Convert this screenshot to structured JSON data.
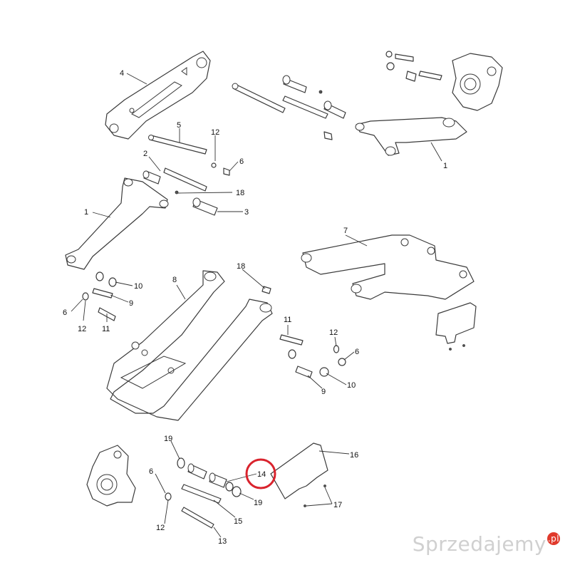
{
  "callouts": {
    "c4": "4",
    "c5": "5",
    "c12a": "12",
    "c6a": "6",
    "c2": "2",
    "c18a": "18",
    "c3": "3",
    "c1a": "1",
    "c1b": "1",
    "c7": "7",
    "c10a": "10",
    "c9a": "9",
    "c6b": "6",
    "c12b": "12",
    "c11a": "11",
    "c8": "8",
    "c18b": "18",
    "c11b": "11",
    "c12c": "12",
    "c6c": "6",
    "c9b": "9",
    "c10b": "10",
    "c19a": "19",
    "c16": "16",
    "c14": "14",
    "c6d": "6",
    "c19b": "19",
    "c17": "17",
    "c15": "15",
    "c12d": "12",
    "c13": "13"
  },
  "highlight_color": "#d9232d",
  "watermark": {
    "text": "Sprzedajemy",
    "badge": ".pl"
  }
}
